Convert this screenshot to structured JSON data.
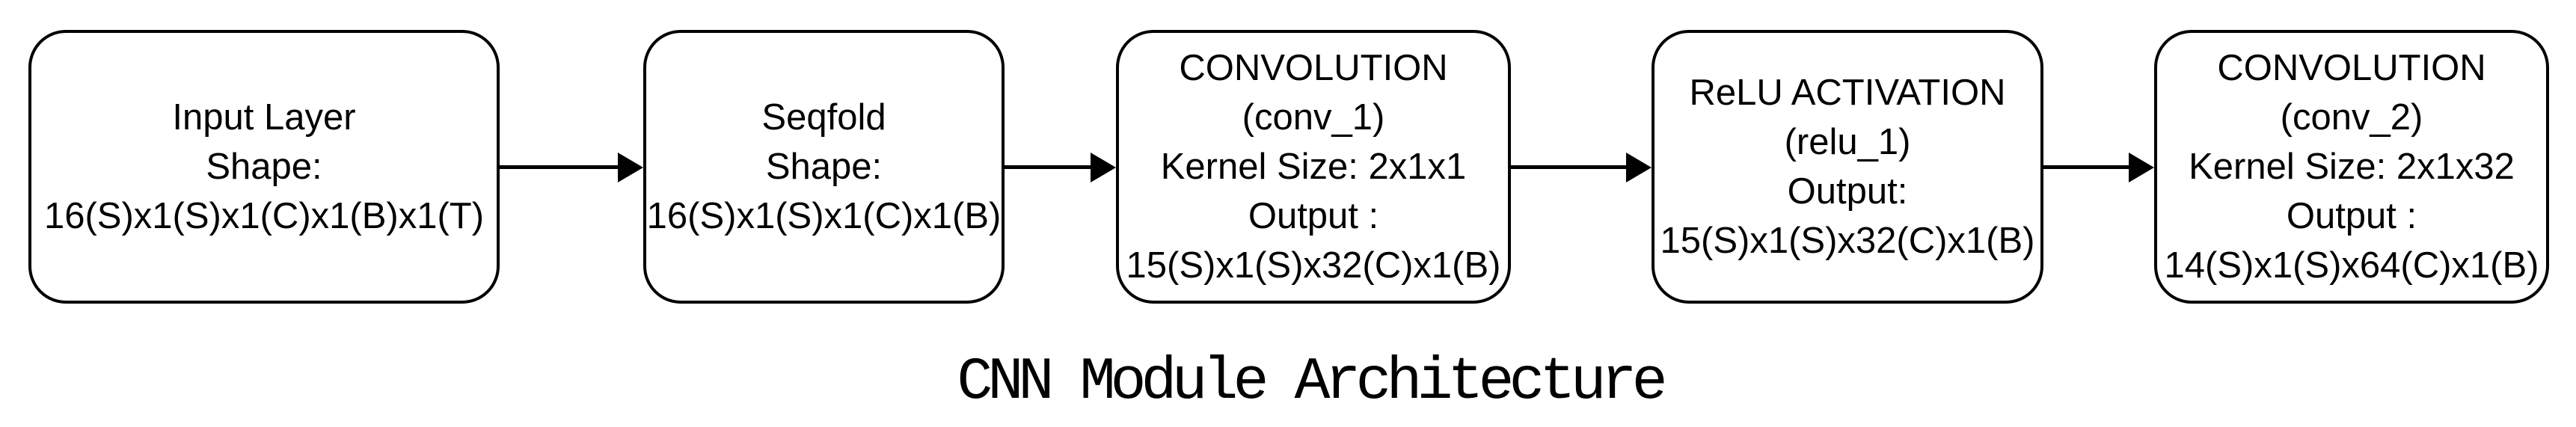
{
  "diagram": {
    "title": "CNN Module Architecture",
    "colors": {
      "stroke": "#000000",
      "background": "#ffffff",
      "text": "#000000"
    },
    "nodes": [
      {
        "id": "input_layer",
        "lines": [
          "Input Layer",
          "Shape:",
          "16(S)x1(S)x1(C)x1(B)x1(T)"
        ]
      },
      {
        "id": "seqfold",
        "lines": [
          "Seqfold",
          "Shape:",
          "16(S)x1(S)x1(C)x1(B)"
        ]
      },
      {
        "id": "conv_1",
        "lines": [
          "CONVOLUTION",
          "(conv_1)",
          "Kernel Size: 2x1x1",
          "Output :",
          "15(S)x1(S)x32(C)x1(B)"
        ]
      },
      {
        "id": "relu_1",
        "lines": [
          "ReLU ACTIVATION",
          "(relu_1)",
          "Output:",
          "15(S)x1(S)x32(C)x1(B)"
        ]
      },
      {
        "id": "conv_2",
        "lines": [
          "CONVOLUTION",
          "(conv_2)",
          "Kernel Size: 2x1x32",
          "Output :",
          "14(S)x1(S)x64(C)x1(B)"
        ]
      }
    ],
    "connections": [
      {
        "from": "input_layer",
        "to": "seqfold"
      },
      {
        "from": "seqfold",
        "to": "conv_1"
      },
      {
        "from": "conv_1",
        "to": "relu_1"
      },
      {
        "from": "relu_1",
        "to": "conv_2"
      }
    ]
  }
}
